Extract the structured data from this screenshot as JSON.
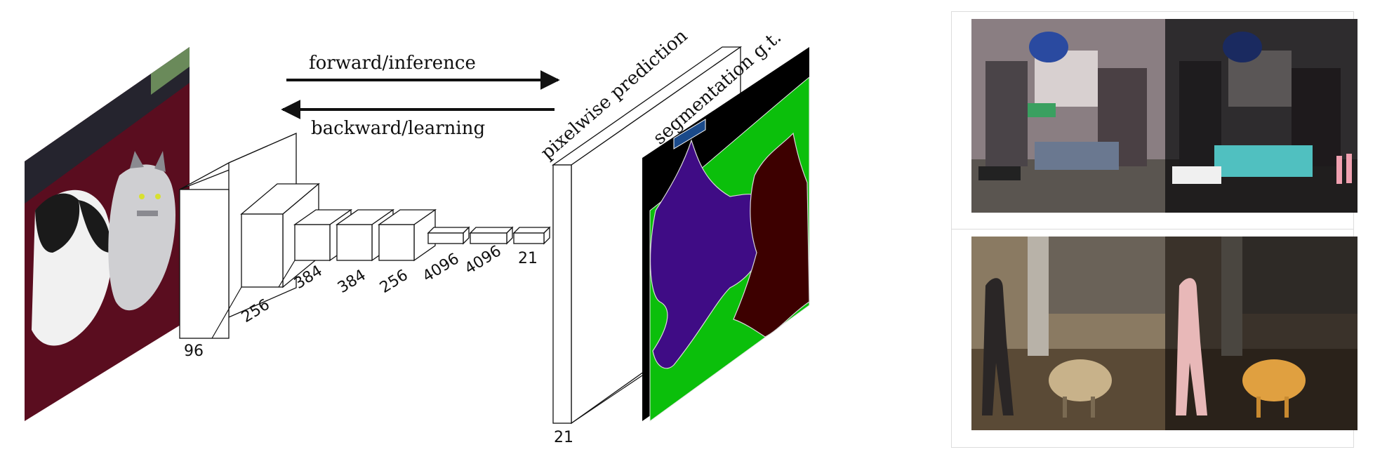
{
  "network": {
    "arrow_forward_label": "forward/inference",
    "arrow_backward_label": "backward/learning",
    "layer_labels": [
      "96",
      "256",
      "384",
      "384",
      "256",
      "4096",
      "4096",
      "21"
    ],
    "output_depth_label": "21",
    "prediction_label": "pixelwise prediction",
    "gt_label": "segmentation g.t."
  },
  "colors": {
    "stroke": "#111111",
    "seg_background": "#000000",
    "seg_green": "#0bbf0b",
    "seg_dog": "#3f0c85",
    "seg_cat": "#3d0000",
    "seg_blue": "#1a4a8a"
  },
  "gallery": {
    "panels": [
      {
        "left": "street-photo",
        "right": "street-segmentation"
      },
      {
        "left": "sheep-photo",
        "right": "sheep-segmentation"
      }
    ]
  }
}
